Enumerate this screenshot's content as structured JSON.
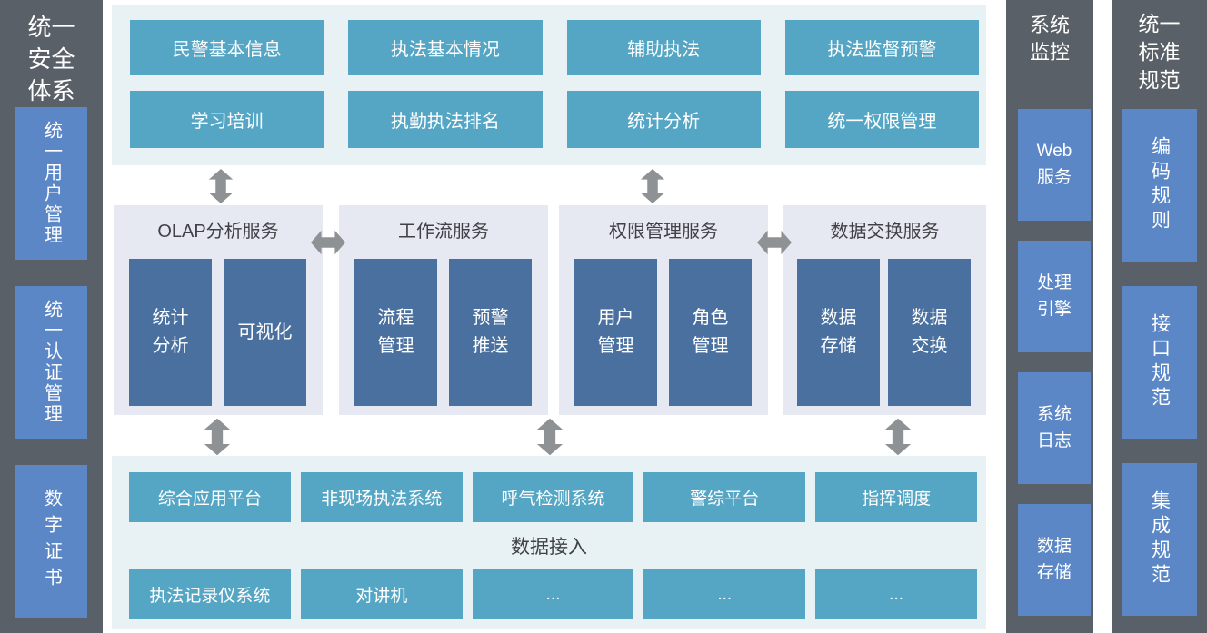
{
  "colors": {
    "sidebar_bg": "#5a6067",
    "sidebar_item_bg": "#5b87c7",
    "teal_box_bg": "#55a6c5",
    "dark_blue_box_bg": "#49709f",
    "cyan_panel_bg": "#e8f2f5",
    "lavender_panel_bg": "#e6e9f2",
    "arrow": "#8f9294"
  },
  "security_sidebar": {
    "title": "统一安全体系",
    "items": [
      "统一用户管理",
      "统一认证管理",
      "数字证书"
    ]
  },
  "application_panel": {
    "row1": [
      "民警基本信息",
      "执法基本情况",
      "辅助执法",
      "执法监督预警"
    ],
    "row2": [
      "学习培训",
      "执勤执法排名",
      "统计分析",
      "统一权限管理"
    ]
  },
  "service_panels": [
    {
      "title": "OLAP分析服务",
      "items": [
        "统计\n分析",
        "可视化"
      ]
    },
    {
      "title": "工作流服务",
      "items": [
        "流程\n管理",
        "预警\n推送"
      ]
    },
    {
      "title": "权限管理服务",
      "items": [
        "用户\n管理",
        "角色\n管理"
      ]
    },
    {
      "title": "数据交换服务",
      "items": [
        "数据\n存储",
        "数据\n交换"
      ]
    }
  ],
  "access_panel": {
    "systems": [
      "综合应用平台",
      "非现场执法系统",
      "呼气检测系统",
      "警综平台",
      "指挥调度"
    ],
    "label": "数据接入",
    "sources": [
      "执法记录仪系统",
      "对讲机",
      "...",
      "...",
      "..."
    ]
  },
  "monitor_sidebar": {
    "title": "系统监控",
    "items": [
      "Web\n服务",
      "处理\n引擎",
      "系统\n日志",
      "数据\n存储"
    ]
  },
  "standard_sidebar": {
    "title": "统一标准规范",
    "items": [
      "编码规则",
      "接口规范",
      "集成规范"
    ]
  }
}
